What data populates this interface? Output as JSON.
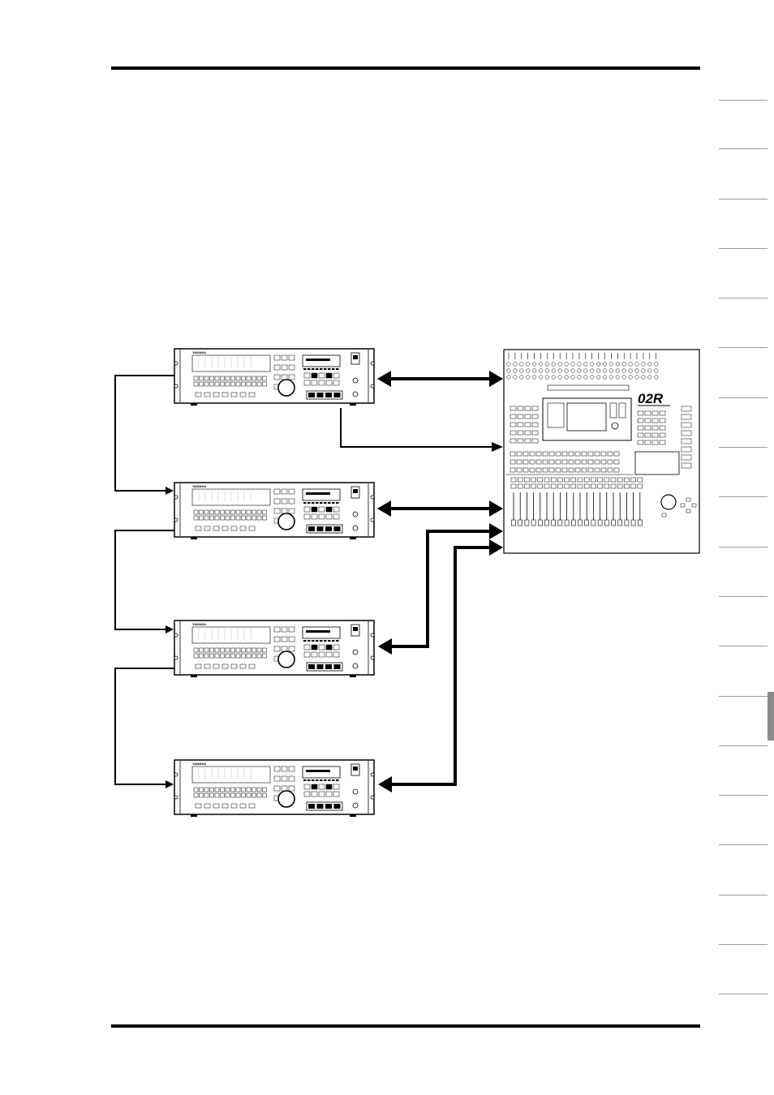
{
  "recorders": [
    {
      "brand": "YAMAHA"
    },
    {
      "brand": "YAMAHA"
    },
    {
      "brand": "YAMAHA"
    },
    {
      "brand": "YAMAHA"
    }
  ],
  "console": {
    "logo": "02R"
  },
  "side_tabs": {
    "count": 18,
    "active_index": 12
  },
  "colors": {
    "line": "#000000",
    "tab_border": "#999999",
    "active_tab": "#8a8a8a"
  }
}
